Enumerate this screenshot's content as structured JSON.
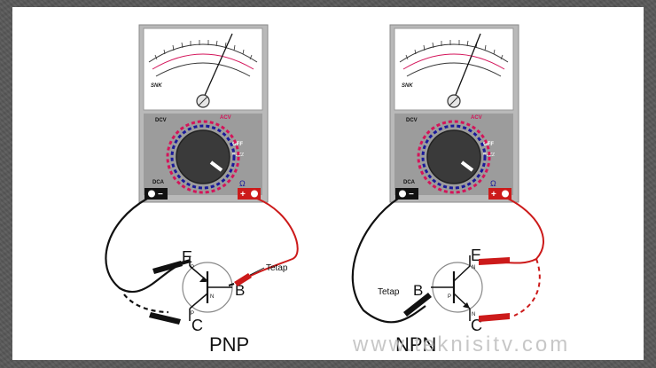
{
  "brand": "SNK",
  "meter_labels": {
    "dcv": "DCV",
    "acv": "ACV",
    "dca": "DCA",
    "off": "OFF",
    "buzz": "BUZZ",
    "ohm": "Ω"
  },
  "probe_marks": {
    "minus": "−",
    "plus": "+"
  },
  "pnp": {
    "label": "PNP",
    "e": "E",
    "b": "B",
    "c": "C",
    "p_top": "P",
    "p_bottom": "P",
    "n": "N",
    "tetap": "Tetap"
  },
  "npn": {
    "label": "NPN",
    "e": "E",
    "b": "B",
    "c": "C",
    "n_top": "N",
    "n_bottom": "N",
    "p": "P",
    "tetap": "Tetap"
  },
  "watermark": "www.teknisitv.com",
  "colors": {
    "frame": "#5a5a5a",
    "panel": "#ffffff",
    "meter_body": "#b9b9b9",
    "dial": "#3a3a3a",
    "red_probe": "#cc1a1a",
    "black_probe": "#111111",
    "acv_pink": "#d4145a",
    "dcv_blue": "#1a1a9a"
  }
}
